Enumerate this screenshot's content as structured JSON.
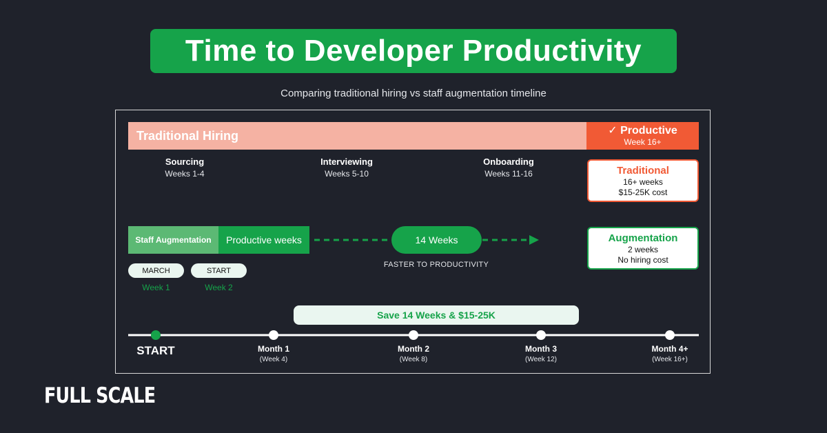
{
  "title": "Time to Developer Productivity",
  "subtitle": "Comparing traditional hiring vs staff augmentation timeline",
  "traditional": {
    "bar_label": "Traditional Hiring",
    "productive_label": "✓ Productive",
    "productive_week": "Week 16+",
    "phases": [
      {
        "name": "Sourcing",
        "weeks": "Weeks 1-4"
      },
      {
        "name": "Interviewing",
        "weeks": "Weeks 5-10"
      },
      {
        "name": "Onboarding",
        "weeks": "Weeks 11-16"
      }
    ]
  },
  "cards": {
    "traditional": {
      "heading": "Traditional",
      "line1": "16+ weeks",
      "line2": "$15-25K cost"
    },
    "augmentation": {
      "heading": "Augmentation",
      "line1": "2 weeks",
      "line2": "No hiring cost"
    }
  },
  "augmentation": {
    "label": "Staff Augmentation",
    "productive_label": "Productive weeks",
    "weeks_pill": "14 Weeks",
    "faster_text": "FASTER TO PRODUCTIVITY",
    "steps": [
      {
        "pill": "MARCH",
        "week": "Week 1"
      },
      {
        "pill": "START",
        "week": "Week 2"
      }
    ]
  },
  "savings": "Save 14 Weeks & $15-25K",
  "timeline": {
    "start_label": "START",
    "milestones": [
      {
        "name": "Month 1",
        "sub": "(Week 4)"
      },
      {
        "name": "Month 2",
        "sub": "(Week 8)"
      },
      {
        "name": "Month 3",
        "sub": "(Week 12)"
      },
      {
        "name": "Month 4+",
        "sub": "(Week 16+)"
      }
    ]
  },
  "brand": "FULL SCALE",
  "colors": {
    "green": "#16a34a",
    "orange": "#f15a35",
    "salmon": "#f5b2a3",
    "background": "#1f222b"
  }
}
